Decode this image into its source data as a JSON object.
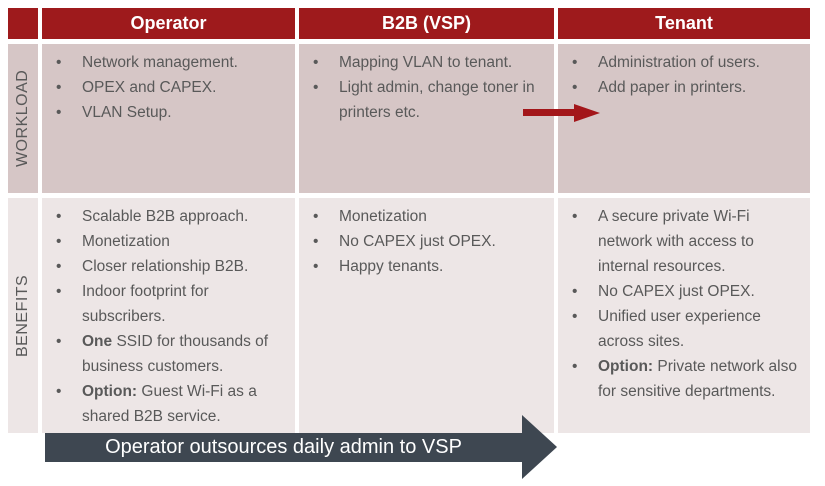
{
  "table": {
    "columns": [
      "Operator",
      "B2B (VSP)",
      "Tenant"
    ],
    "row_labels": [
      "WORKLOAD",
      "BENEFITS"
    ],
    "cells": [
      {
        "row": "workload",
        "col": "operator",
        "bullets": [
          {
            "text": "Network management."
          },
          {
            "text": "OPEX and CAPEX."
          },
          {
            "text": "VLAN Setup."
          }
        ]
      },
      {
        "row": "workload",
        "col": "b2b",
        "bullets": [
          {
            "text": "Mapping VLAN to tenant."
          },
          {
            "text": "Light admin, change toner in printers etc."
          }
        ]
      },
      {
        "row": "workload",
        "col": "tenant",
        "bullets": [
          {
            "text": "Administration of users."
          },
          {
            "text": "Add paper in printers."
          }
        ]
      },
      {
        "row": "benefits",
        "col": "operator",
        "bullets": [
          {
            "text": "Scalable B2B approach."
          },
          {
            "text": "Monetization"
          },
          {
            "text": "Closer relationship B2B."
          },
          {
            "text": "Indoor footprint for subscribers."
          },
          {
            "bold": "One",
            "text": " SSID for thousands of business customers."
          },
          {
            "bold": "Option:",
            "text": " Guest Wi-Fi as a shared B2B service."
          }
        ]
      },
      {
        "row": "benefits",
        "col": "b2b",
        "bullets": [
          {
            "text": "Monetization"
          },
          {
            "text": "No CAPEX just OPEX."
          },
          {
            "text": "Happy tenants."
          }
        ]
      },
      {
        "row": "benefits",
        "col": "tenant",
        "bullets": [
          {
            "text": "A secure private Wi-Fi network with access to internal resources."
          },
          {
            "text": "No CAPEX just OPEX."
          },
          {
            "text": "Unified user experience across sites."
          },
          {
            "bold": "Option:",
            "text": " Private network also for sensitive departments."
          }
        ]
      }
    ]
  },
  "bottom_arrow": {
    "label": "Operator outsources daily admin to VSP"
  },
  "colors": {
    "header_red": "#9E1A1C",
    "red_arrow": "#A3161A",
    "dark_arrow": "#3E4751",
    "workload_bg": "#D6C6C6",
    "benefits_bg": "#EDE6E6",
    "text_gray": "#595959"
  }
}
